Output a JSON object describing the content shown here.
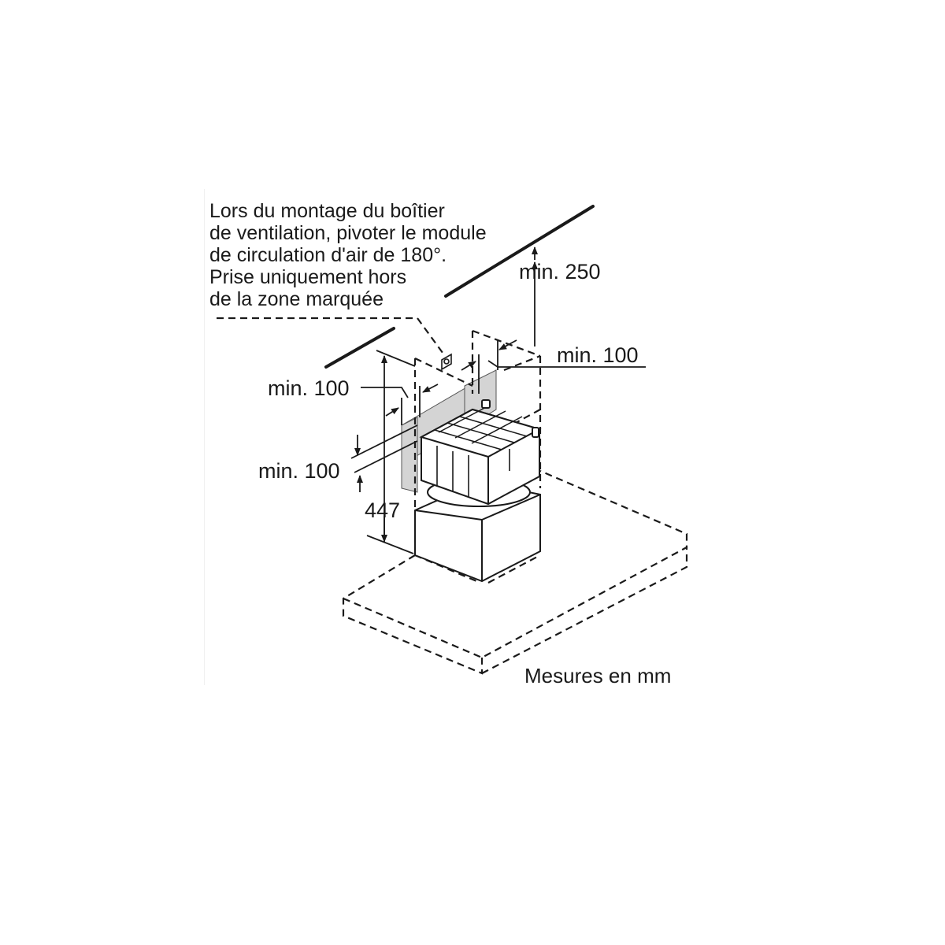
{
  "diagram": {
    "type": "installation-dimension-drawing",
    "subject": "Recirculation module inside ventilation box of island cooker hood",
    "note_lines": [
      "Lors du montage du boîtier",
      "de ventilation, pivoter le module",
      "de circulation d'air de 180°.",
      "Prise uniquement hors",
      "de la zone marquée"
    ],
    "dimensions": {
      "ceiling_clearance": "min. 250",
      "side_clearance_right": "min. 100",
      "side_clearance_left": "min. 100",
      "vertical_clearance": "min. 100",
      "height": "447"
    },
    "units_label": "Mesures en mm",
    "colors": {
      "line": "#1a1a1a",
      "shaded_zone": "#d4d4d4",
      "background": "#ffffff"
    },
    "icons": [
      "power-socket-icon",
      "arrow-icon"
    ]
  }
}
